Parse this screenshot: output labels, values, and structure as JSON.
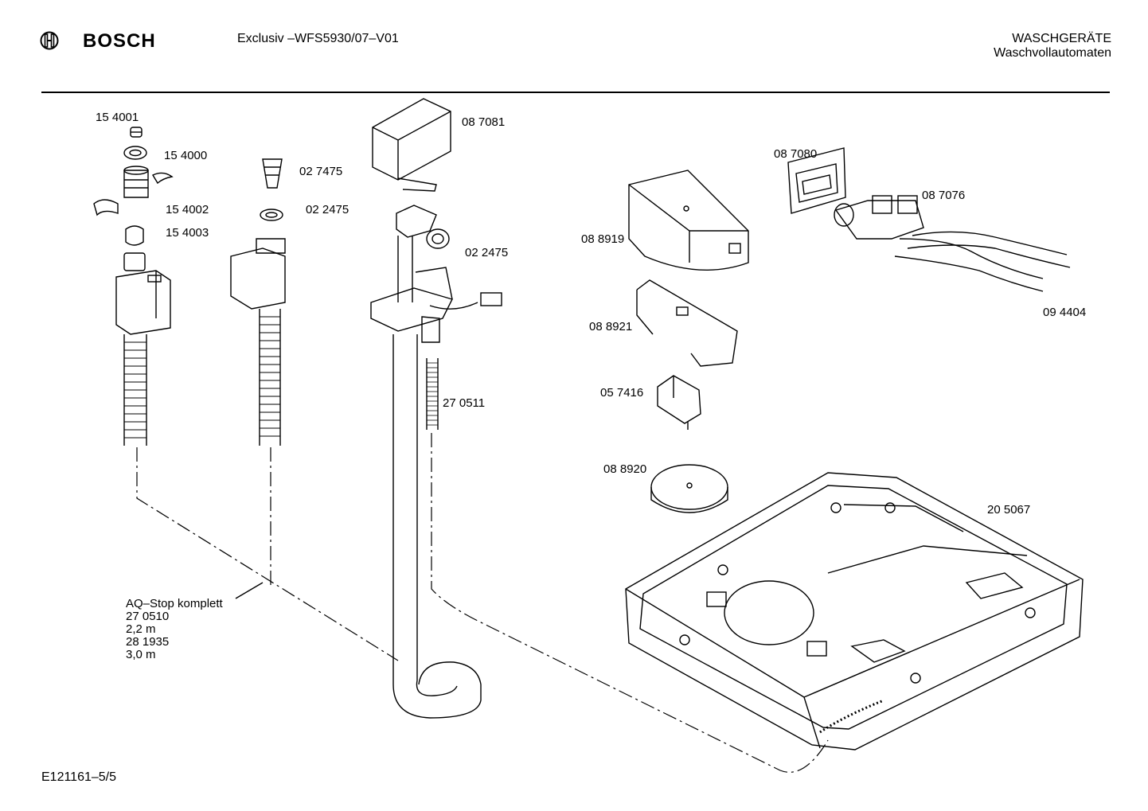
{
  "header": {
    "brand": "BOSCH",
    "model": "Exclusiv –WFS5930/07–V01",
    "category_line1": "WASCHGERÄTE",
    "category_line2": "Waschvollautomaten"
  },
  "footer": {
    "code": "E121161–5/5"
  },
  "parts": {
    "p154001": "15 4001",
    "p154000": "15 4000",
    "p154002": "15 4002",
    "p154003": "15 4003",
    "p027475": "02 7475",
    "p022475a": "02 2475",
    "p087081": "08 7081",
    "p022475b": "02 2475",
    "p270511": "27 0511",
    "p088919": "08 8919",
    "p088921": "08 8921",
    "p057416": "05 7416",
    "p088920": "08 8920",
    "p087080": "08 7080",
    "p087076": "08 7076",
    "p094404": "09 4404",
    "p205067": "20 5067"
  },
  "aqstop": {
    "title": "AQ–Stop komplett",
    "part1": "27 0510",
    "len1": "2,2 m",
    "part2": "28 1935",
    "len2": "3,0 m"
  },
  "icons": {
    "logo": "bosch-armature-icon"
  }
}
